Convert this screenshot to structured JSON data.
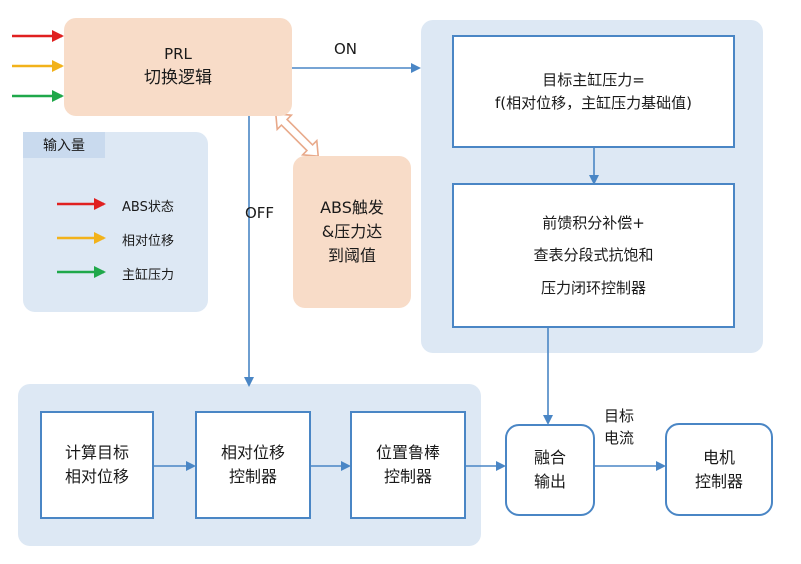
{
  "prl": {
    "line1": "PRL",
    "line2": "切换逻辑"
  },
  "legend": {
    "title": "输入量",
    "items": [
      {
        "label": "ABS状态",
        "color": "#e02020"
      },
      {
        "label": "相对位移",
        "color": "#f2b21a"
      },
      {
        "label": "主缸压力",
        "color": "#1fa84a"
      }
    ]
  },
  "edges": {
    "on": "ON",
    "off": "OFF",
    "target_current_1": "目标",
    "target_current_2": "电流"
  },
  "abs_trigger": {
    "line1": "ABS触发",
    "line2": "&压力达",
    "line3": "到阈值"
  },
  "pressure_target": {
    "line1": "目标主缸压力=",
    "line2": "f(相对位移，主缸压力基础值)"
  },
  "pressure_ctrl": {
    "line1": "前馈积分补偿+",
    "line2": "查表分段式抗饱和",
    "line3": "压力闭环控制器"
  },
  "calc_target": {
    "line1": "计算目标",
    "line2": "相对位移"
  },
  "disp_ctrl": {
    "line1": "相对位移",
    "line2": "控制器"
  },
  "robust_ctrl": {
    "line1": "位置鲁棒",
    "line2": "控制器"
  },
  "fusion": {
    "line1": "融合",
    "line2": "输出"
  },
  "motor": {
    "line1": "电机",
    "line2": "控制器"
  },
  "colors": {
    "line": "#4a86c5",
    "panel": "#dde8f4",
    "peach": "#f8dcc8",
    "abs_arrow": "#e8a98a"
  }
}
